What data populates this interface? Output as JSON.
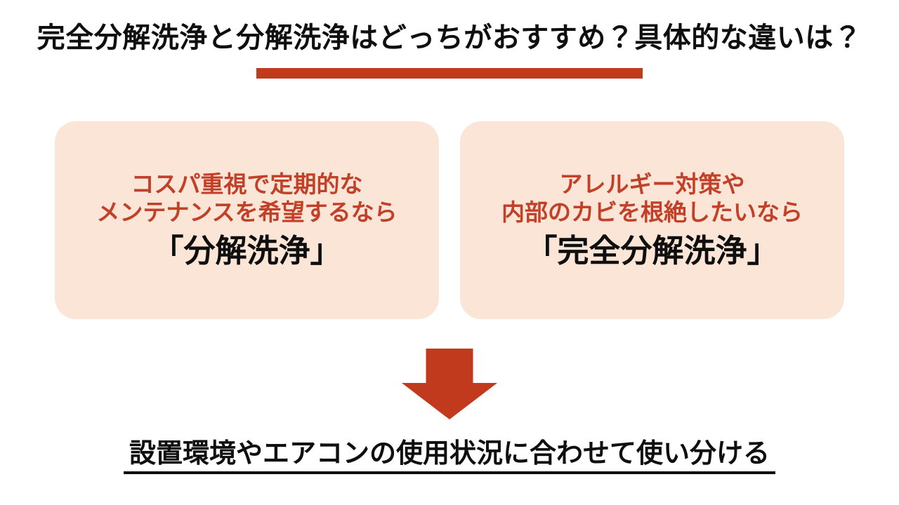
{
  "title": "完全分解洗浄と分解洗浄はどっちがおすすめ？具体的な違いは？",
  "colors": {
    "background": "#FFFFFF",
    "accent_red": "#C23A1E",
    "condition_text_red": "#C24028",
    "card_fill": "#FBE5D6",
    "text_black": "#0F0F0F"
  },
  "cards": [
    {
      "condition_line1": "コスパ重視で定期的な",
      "condition_line2": "メンテナンスを希望するなら",
      "label": "「分解洗浄」"
    },
    {
      "condition_line1": "アレルギー対策や",
      "condition_line2": "内部のカビを根絶したいなら",
      "label": "「完全分解洗浄」"
    }
  ],
  "arrow_icon": "down-arrow",
  "conclusion": "設置環境やエアコンの使用状況に合わせて使い分ける"
}
